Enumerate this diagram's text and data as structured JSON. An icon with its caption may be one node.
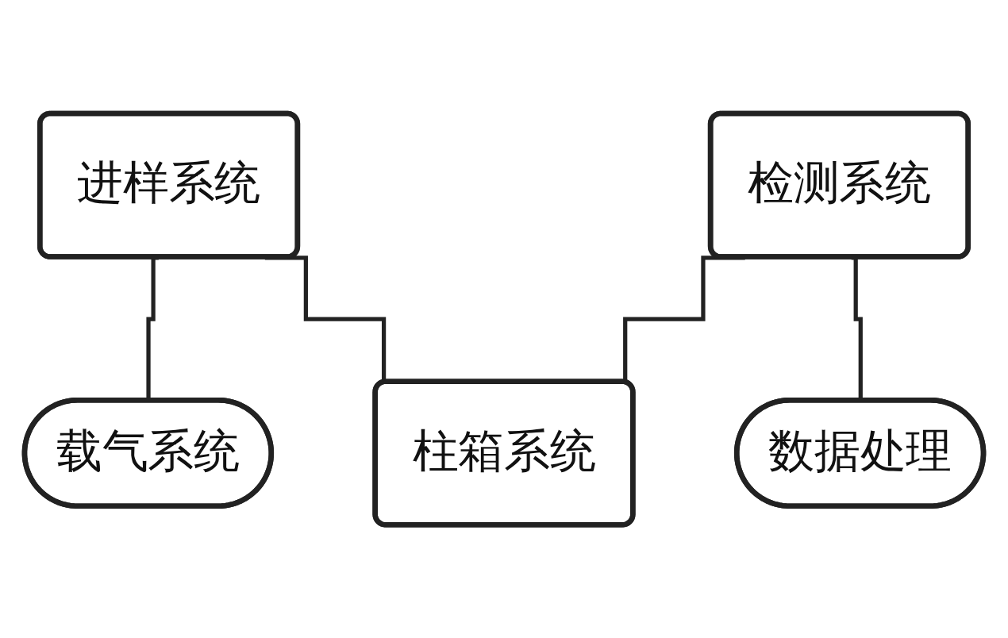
{
  "diagram": {
    "nodes": [
      {
        "text": [
          "进样系统"
        ]
      },
      {
        "text": [
          "检测系统"
        ]
      },
      {
        "text": [
          "载气系统"
        ]
      },
      {
        "text": [
          "柱箱系统"
        ]
      },
      {
        "text": [
          "数据处理"
        ]
      }
    ],
    "edges": [
      {
        "from": 0,
        "to": 2,
        "arrow": "none"
      },
      {
        "from": 0,
        "to": 3,
        "arrow": "none"
      },
      {
        "from": 1,
        "to": 3,
        "arrow": "none"
      },
      {
        "from": 1,
        "to": 4,
        "arrow": "none"
      }
    ]
  }
}
